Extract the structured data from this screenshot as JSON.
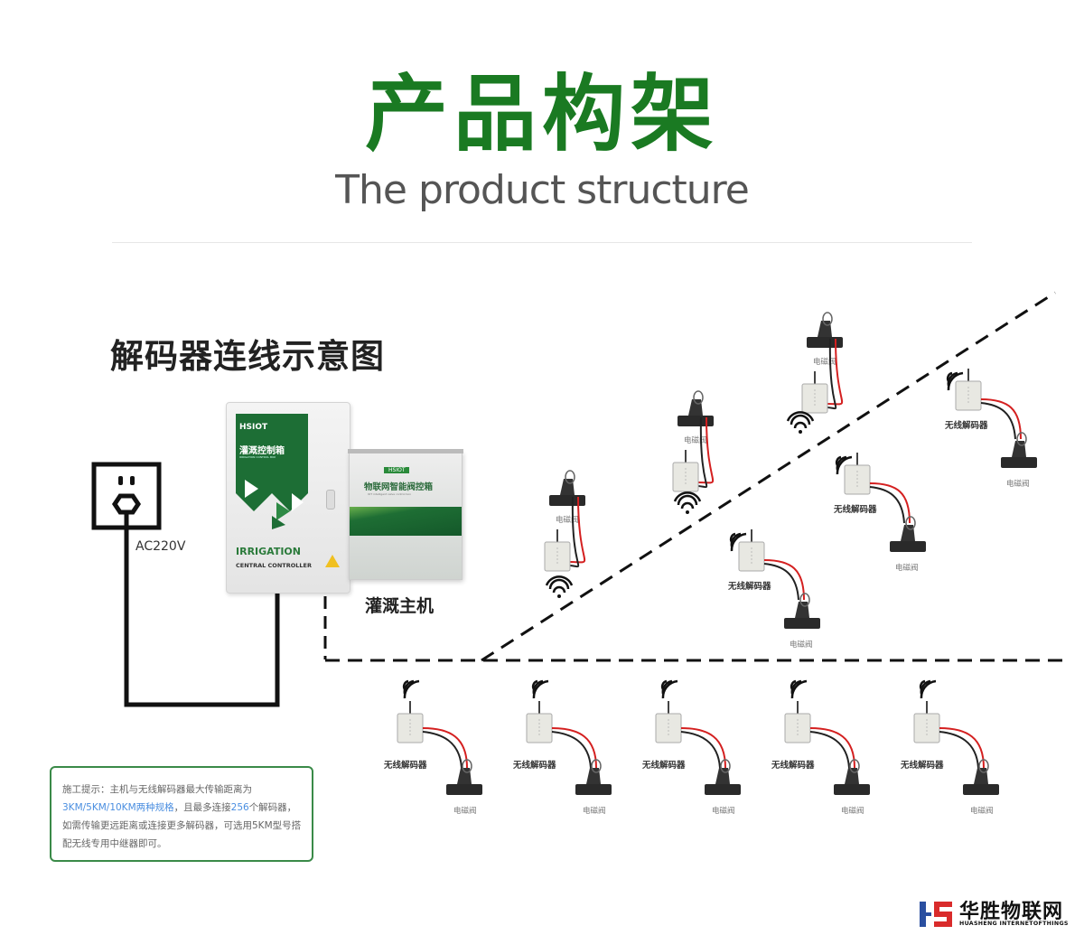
{
  "header": {
    "title_cn": "产品构架",
    "title_en": "The product structure"
  },
  "diagram": {
    "heading": "解码器连线示意图",
    "power_label": "AC220V",
    "host_label": "灌溉主机",
    "controller_box": {
      "brand": "HSIOT",
      "name_cn": "灌溉控制箱",
      "name_en_small": "IRRIGATION CONTROL BOX",
      "line1": "IRRIGATION",
      "line2": "CENTRAL CONTROLLER"
    },
    "iot_box": {
      "brand": "HSIOT",
      "name_cn": "物联网智能阀控箱",
      "name_en_small": "IOT intelligent valve control box"
    },
    "decoder_label": "无线解码器",
    "valve_label": "电磁阀",
    "bottom_row_count": 5,
    "upper_branch_count": 6
  },
  "note": {
    "text1": "施工提示：主机与无线解码器最大传输距离为",
    "highlight1": "3KM/5KM/10KM两种规格",
    "text2": "，且最多连接",
    "highlight2": "256",
    "text3": "个解码器，如需传输更远距离或连接更多解码器，可选用5KM型号搭配无线专用中继器即可。"
  },
  "brand": {
    "name_cn": "华胜物联网",
    "name_en": "HUASHENG INTERNETOFTHINGS",
    "logo_blue": "#2a4fa0",
    "logo_red": "#d92b2b"
  },
  "colors": {
    "title_green": "#1a7a22",
    "note_border": "#3a8a48",
    "highlight_blue": "#4a8ee0",
    "wire_red": "#d42020"
  }
}
